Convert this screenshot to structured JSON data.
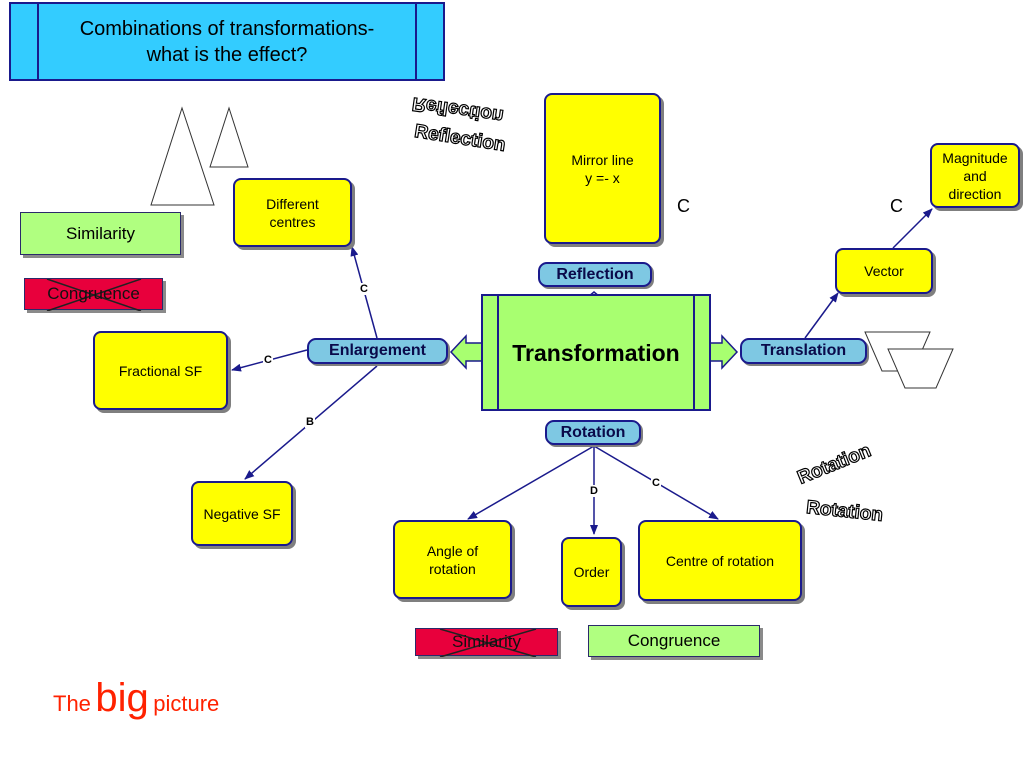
{
  "title": {
    "line1": "Combinations of transformations-",
    "line2": "what is the effect?"
  },
  "center": {
    "label": "Transformation"
  },
  "branches": {
    "reflection": "Reflection",
    "rotation": "Rotation",
    "enlargement": "Enlargement",
    "translation": "Translation"
  },
  "nodes": {
    "mirror_line": {
      "line1": "Mirror line",
      "line2": "y =- x"
    },
    "different_centres": {
      "line1": "Different",
      "line2": "centres"
    },
    "fractional_sf": "Fractional SF",
    "negative_sf": "Negative SF",
    "vector": "Vector",
    "magnitude": {
      "line1": "Magnitude",
      "line2": "and",
      "line3": "direction"
    },
    "angle_of_rotation": {
      "line1": "Angle of",
      "line2": "rotation"
    },
    "order": "Order",
    "centre_of_rotation": "Centre of rotation"
  },
  "edge_labels": {
    "enl_different": "C",
    "enl_fractional": "C",
    "enl_negative": "B",
    "rot_order": "D",
    "rot_centre": "C"
  },
  "letters": {
    "reflection_c": "C",
    "translation_c": "C"
  },
  "tags": {
    "similarity_top": "Similarity",
    "congruence_top": "Congruence",
    "similarity_bottom": "Similarity",
    "congruence_bottom": "Congruence"
  },
  "wordart": {
    "reflection_mirrored": "Reflection",
    "reflection": "Reflection",
    "rotation_1": "Rotation",
    "rotation_2": "Rotation"
  },
  "footer": {
    "the": "The",
    "big": "big",
    "picture": "picture"
  },
  "colors": {
    "node_fill": "#ffff00",
    "pill_fill": "#7ec8e3",
    "center_fill": "#a8ff70",
    "title_fill": "#33ccff",
    "tag_green": "#b0ff80",
    "tag_red": "#e8003c",
    "line": "#1a1a8c",
    "footer": "#ff2200"
  }
}
